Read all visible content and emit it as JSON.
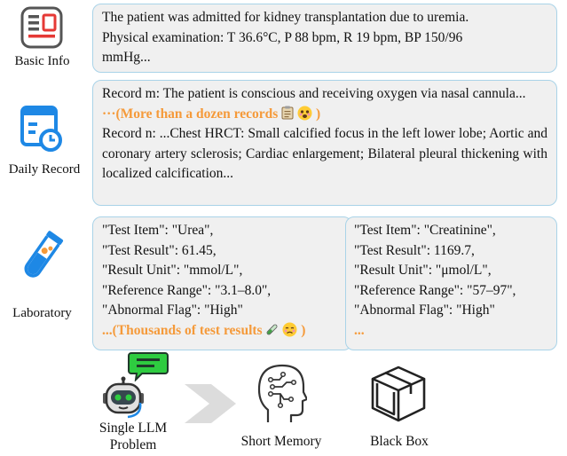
{
  "sections": {
    "basic_info": {
      "label": "Basic Info",
      "lines": [
        "The patient was admitted for kidney transplantation due to uremia.",
        "Physical examination: T 36.6°C, P 88 bpm, R 19 bpm, BP 150/96",
        "mmHg..."
      ]
    },
    "daily_record": {
      "label": "Daily Record",
      "record_m": "Record m: The patient is conscious and receiving oxygen via nasal cannula...",
      "more_records": "···(More than a dozen records",
      "more_records_end": ")",
      "record_n": "Record n: ...Chest HRCT: Small calcified focus in the left lower lobe; Aortic and coronary artery sclerosis; Cardiac enlargement; Bilateral pleural thickening with localized calcification..."
    },
    "laboratory": {
      "label": "Laboratory",
      "left_lines": [
        "\"Test Item\": \"Urea\",",
        "\"Test Result\": 61.45,",
        "\"Result Unit\": \"mmol/L\",",
        "\"Reference Range\": \"3.1–8.0\",",
        "\"Abnormal Flag\": \"High\""
      ],
      "left_more": "...(Thousands of test results",
      "left_more_end": ")",
      "right_lines": [
        "\"Test Item\": \"Creatinine\",",
        "\"Test Result\": 1169.7,",
        "\"Result Unit\": \"μmol/L\",",
        "\"Reference Range\": \"57–97\",",
        "\"Abnormal Flag\": \"High\""
      ],
      "right_more": "..."
    }
  },
  "bottom": {
    "single_llm_line1": "Single LLM",
    "single_llm_line2": "Problem",
    "short_memory": "Short Memory",
    "black_box": "Black Box"
  },
  "colors": {
    "box_fill": "#f0f0f0",
    "box_border": "#a9d3e8",
    "accent_orange": "#f59a3a",
    "icon_blue": "#1e88e5",
    "chat_green": "#2ecc40"
  }
}
